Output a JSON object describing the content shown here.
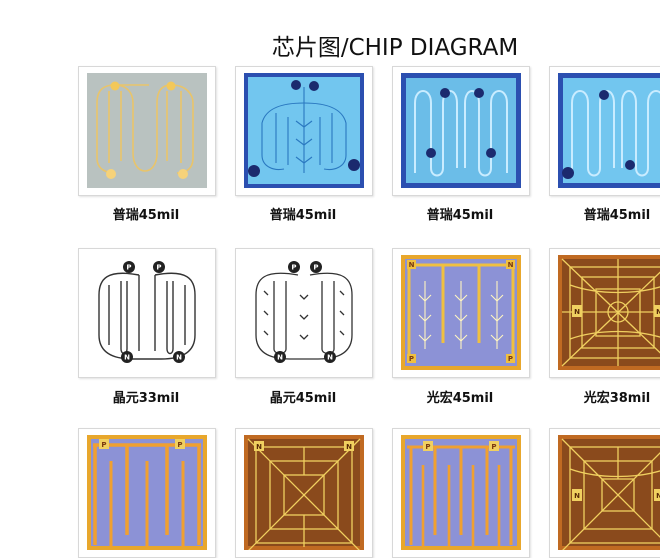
{
  "title": "芯片图/CHIP DIAGRAM",
  "rows": [
    {
      "items": [
        {
          "caption": "普瑞45mil",
          "style": "grey-gold"
        },
        {
          "caption": "普瑞45mil",
          "style": "blue-fishbone"
        },
        {
          "caption": "普瑞45mil",
          "style": "blue-serpentine"
        },
        {
          "caption": "普瑞45mil",
          "style": "blue-serpentine-partial"
        }
      ]
    },
    {
      "items": [
        {
          "caption": "晶元33mil",
          "style": "outline-pn",
          "labels": [
            "P",
            "P",
            "N",
            "N"
          ]
        },
        {
          "caption": "晶元45mil",
          "style": "outline-pn-branch",
          "labels": [
            "P",
            "P",
            "N",
            "N"
          ]
        },
        {
          "caption": "光宏45mil",
          "style": "lavender-fork",
          "labels": [
            "N",
            "N",
            "P",
            "P"
          ]
        },
        {
          "caption": "光宏38mil",
          "style": "brown-concentric",
          "labels": [
            "N",
            "N"
          ]
        }
      ]
    },
    {
      "items": [
        {
          "caption": "",
          "style": "lavender-fingers",
          "labels": [
            "P",
            "P"
          ]
        },
        {
          "caption": "",
          "style": "brown-x",
          "labels": [
            "N",
            "N"
          ]
        },
        {
          "caption": "",
          "style": "lavender-fingers-2",
          "labels": [
            "P",
            "P"
          ]
        },
        {
          "caption": "",
          "style": "brown-concentric-partial",
          "labels": [
            "N",
            "N"
          ]
        }
      ]
    }
  ],
  "colors": {
    "grey_bg": "#b9c2c0",
    "gold": "#f3c85a",
    "blue_bg": "#72c6ef",
    "blue_frame": "#2b4fb0",
    "dark_pad": "#1b2a6e",
    "lavender": "#8c92d6",
    "orange": "#e9a830",
    "brown": "#8a4a1c",
    "yellow_line": "#f0d060"
  }
}
